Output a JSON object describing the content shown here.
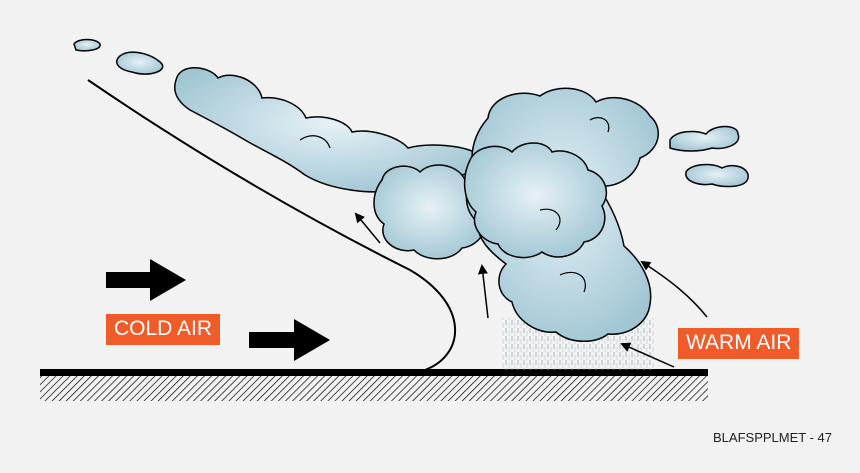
{
  "labels": {
    "cold_air": "COLD AIR",
    "warm_air": "WARM AIR",
    "figure_code": "BLAFSPPLMET - 47"
  },
  "colors": {
    "label_background": "#f15a29",
    "cloud_fill_light": "#e6f1f6",
    "cloud_fill_dark": "#9fc5d3",
    "outline": "#000000",
    "background": "#f2f2f2"
  },
  "icons": {
    "flow_arrow": "right-arrow-icon",
    "air_motion_arrow": "thin-arrow-icon"
  }
}
